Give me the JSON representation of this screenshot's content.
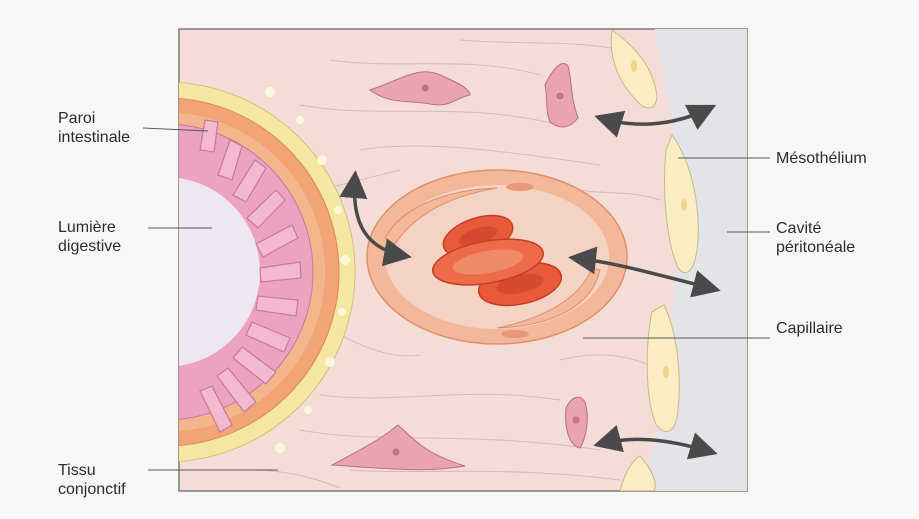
{
  "labels": {
    "paroi": [
      "Paroi",
      "intestinale"
    ],
    "lumiere": [
      "Lumière",
      "digestive"
    ],
    "tissu": [
      "Tissu",
      "conjonctif"
    ],
    "mesothelium": [
      "Mésothélium"
    ],
    "cavite": [
      "Cavité",
      "péritonéale"
    ],
    "capillaire": [
      "Capillaire"
    ]
  },
  "colors": {
    "connective_tissue": "#f4ddd6",
    "peritoneal_cavity": "#e3e3ea",
    "wall_outer": "#f2a475",
    "fat_layer": "#f3e7a2",
    "mucosa": "#eea2c1",
    "villi": "#f3b9d1",
    "lumen": "#ece7f0",
    "fibroblast": "#e9a4ad",
    "mesothelial_cell": "#fbedc3",
    "capillary": "#f3b89a",
    "red_blood_cell": "#e95a3b",
    "arrow": "#4a4a4a"
  }
}
